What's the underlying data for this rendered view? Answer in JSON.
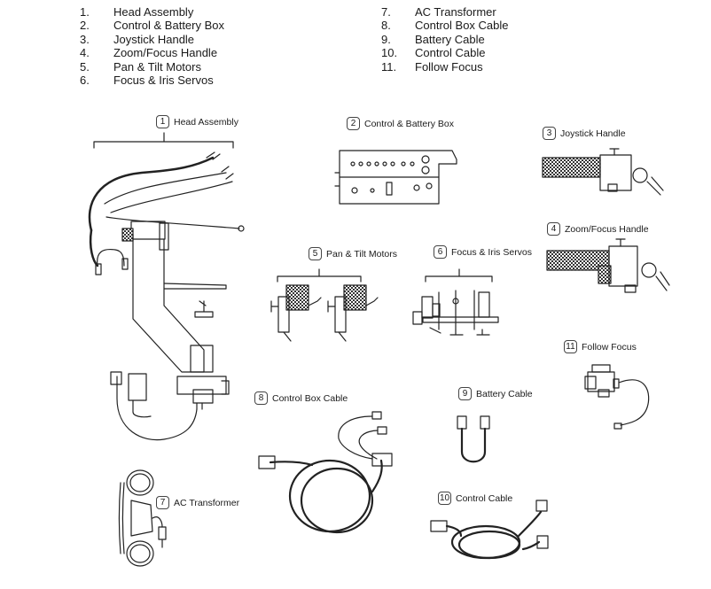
{
  "parts_list": [
    {
      "num": "1.",
      "label": "Head Assembly"
    },
    {
      "num": "2.",
      "label": "Control & Battery Box"
    },
    {
      "num": "3.",
      "label": "Joystick Handle"
    },
    {
      "num": "4.",
      "label": "Zoom/Focus Handle"
    },
    {
      "num": "5.",
      "label": "Pan & Tilt Motors"
    },
    {
      "num": "6.",
      "label": "Focus & Iris Servos"
    },
    {
      "num": "7.",
      "label": "AC Transformer"
    },
    {
      "num": "8.",
      "label": "Control Box Cable"
    },
    {
      "num": "9.",
      "label": "Battery Cable"
    },
    {
      "num": "10.",
      "label": "Control Cable"
    },
    {
      "num": "11.",
      "label": "Follow Focus"
    }
  ],
  "callouts": [
    {
      "num": "1",
      "label": "Head Assembly"
    },
    {
      "num": "2",
      "label": "Control & Battery Box"
    },
    {
      "num": "3",
      "label": "Joystick Handle"
    },
    {
      "num": "4",
      "label": "Zoom/Focus Handle"
    },
    {
      "num": "5",
      "label": "Pan & Tilt Motors"
    },
    {
      "num": "6",
      "label": "Focus & Iris Servos"
    },
    {
      "num": "7",
      "label": "AC Transformer"
    },
    {
      "num": "8",
      "label": "Control Box Cable"
    },
    {
      "num": "9",
      "label": "Battery Cable"
    },
    {
      "num": "10",
      "label": "Control Cable"
    },
    {
      "num": "11",
      "label": "Follow Focus"
    }
  ]
}
